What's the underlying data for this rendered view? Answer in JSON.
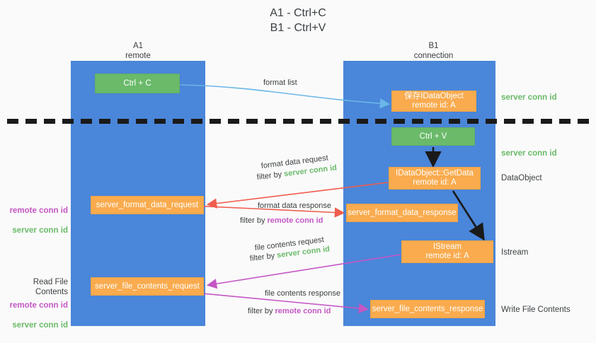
{
  "diagram": {
    "title": "A1 - Ctrl+C\nB1 - Ctrl+V",
    "columns": [
      {
        "name": "A1",
        "role": "remote",
        "label": "A1\nremote"
      },
      {
        "name": "B1",
        "role": "connection",
        "label": "B1\nconnection"
      }
    ],
    "colors": {
      "background": "#fafafa",
      "column_band": "#4a86d9",
      "green_box": "#6aba6a",
      "orange_box": "#f9ab4e",
      "server_conn_id": "#6aba6a",
      "remote_conn_id": "#c457c4",
      "arrow_blue": "#6ab7e8",
      "arrow_red": "#ef5d4e",
      "arrow_magenta": "#c457c4",
      "arrow_black": "#1a1a1a",
      "dash_line": "#1a1a1a",
      "text": "#3c4043"
    },
    "boxes": {
      "ctrl_c": "Ctrl + C",
      "idataobject": "保存IDataObject\nremote id: A",
      "ctrl_v": "Ctrl + V",
      "getdata": "IDataObject::GetData\nremote id: A",
      "istream": "IStream\nremote id: A",
      "server_format_data_request": "server_format_data_request",
      "server_format_data_response": "server_format_data_response",
      "server_file_contents_request": "server_file_contents_request",
      "server_file_contents_response": "server_file_contents_response"
    },
    "arrow_labels": {
      "format_list": "format list",
      "format_data_request": "format data request",
      "format_data_request_filter_prefix": "filter by ",
      "format_data_request_filter_value": "server conn id",
      "format_data_response": "format data response",
      "format_data_response_filter_prefix": "filter by ",
      "format_data_response_filter_value": "remote conn id",
      "file_contents_request": "file contents request",
      "file_contents_request_filter_prefix": "filter by ",
      "file_contents_request_filter_value": "server conn id",
      "file_contents_response": "file contents response",
      "file_contents_response_filter_prefix": "filter by ",
      "file_contents_response_filter_value": "remote conn id"
    },
    "right_notes": {
      "server_conn_id_top": "server conn id",
      "server_conn_id_mid": "server conn id",
      "dataobject": "DataObject",
      "istream": "Istream",
      "write_file_contents": "Write File Contents"
    },
    "left_notes": {
      "remote_conn_id_1": "remote conn id",
      "server_conn_id_1": "server conn id",
      "read_file_contents": "Read File Contents",
      "remote_conn_id_2": "remote conn id",
      "server_conn_id_2": "server conn id"
    }
  }
}
